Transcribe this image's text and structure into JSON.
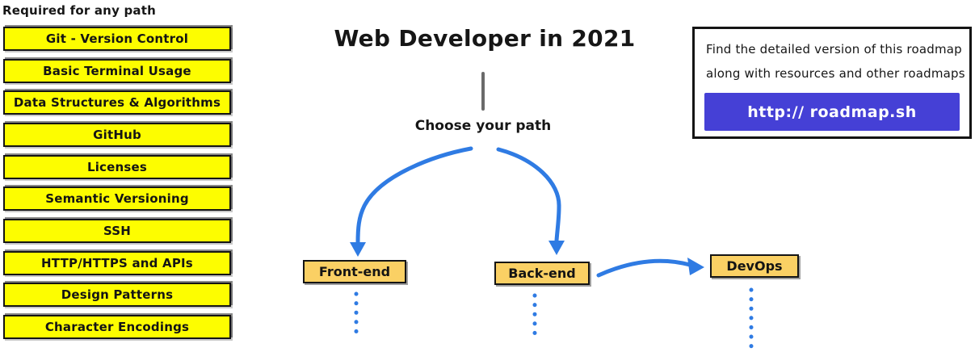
{
  "page": {
    "title": "Web Developer in 2021",
    "choose_label": "Choose your path"
  },
  "left_column": {
    "heading": "Required for any path",
    "items": [
      "Git - Version Control",
      "Basic Terminal Usage",
      "Data Structures & Algorithms",
      "GitHub",
      "Licenses",
      "Semantic Versioning",
      "SSH",
      "HTTP/HTTPS and APIs",
      "Design Patterns",
      "Character Encodings"
    ]
  },
  "paths": {
    "nodes": [
      "Front-end",
      "Back-end",
      "DevOps"
    ]
  },
  "info_box": {
    "line1": "Find the detailed version of this roadmap",
    "line2": "along with resources and other roadmaps",
    "button_label": "http:// roadmap.sh"
  },
  "colors": {
    "topic_yellow": "#FDFD00",
    "path_orange": "#FAD064",
    "arrow_blue": "#2F7BE3",
    "button_purple": "#4540D6",
    "border_black": "#141414",
    "connector_gray": "#6A6A6A"
  }
}
